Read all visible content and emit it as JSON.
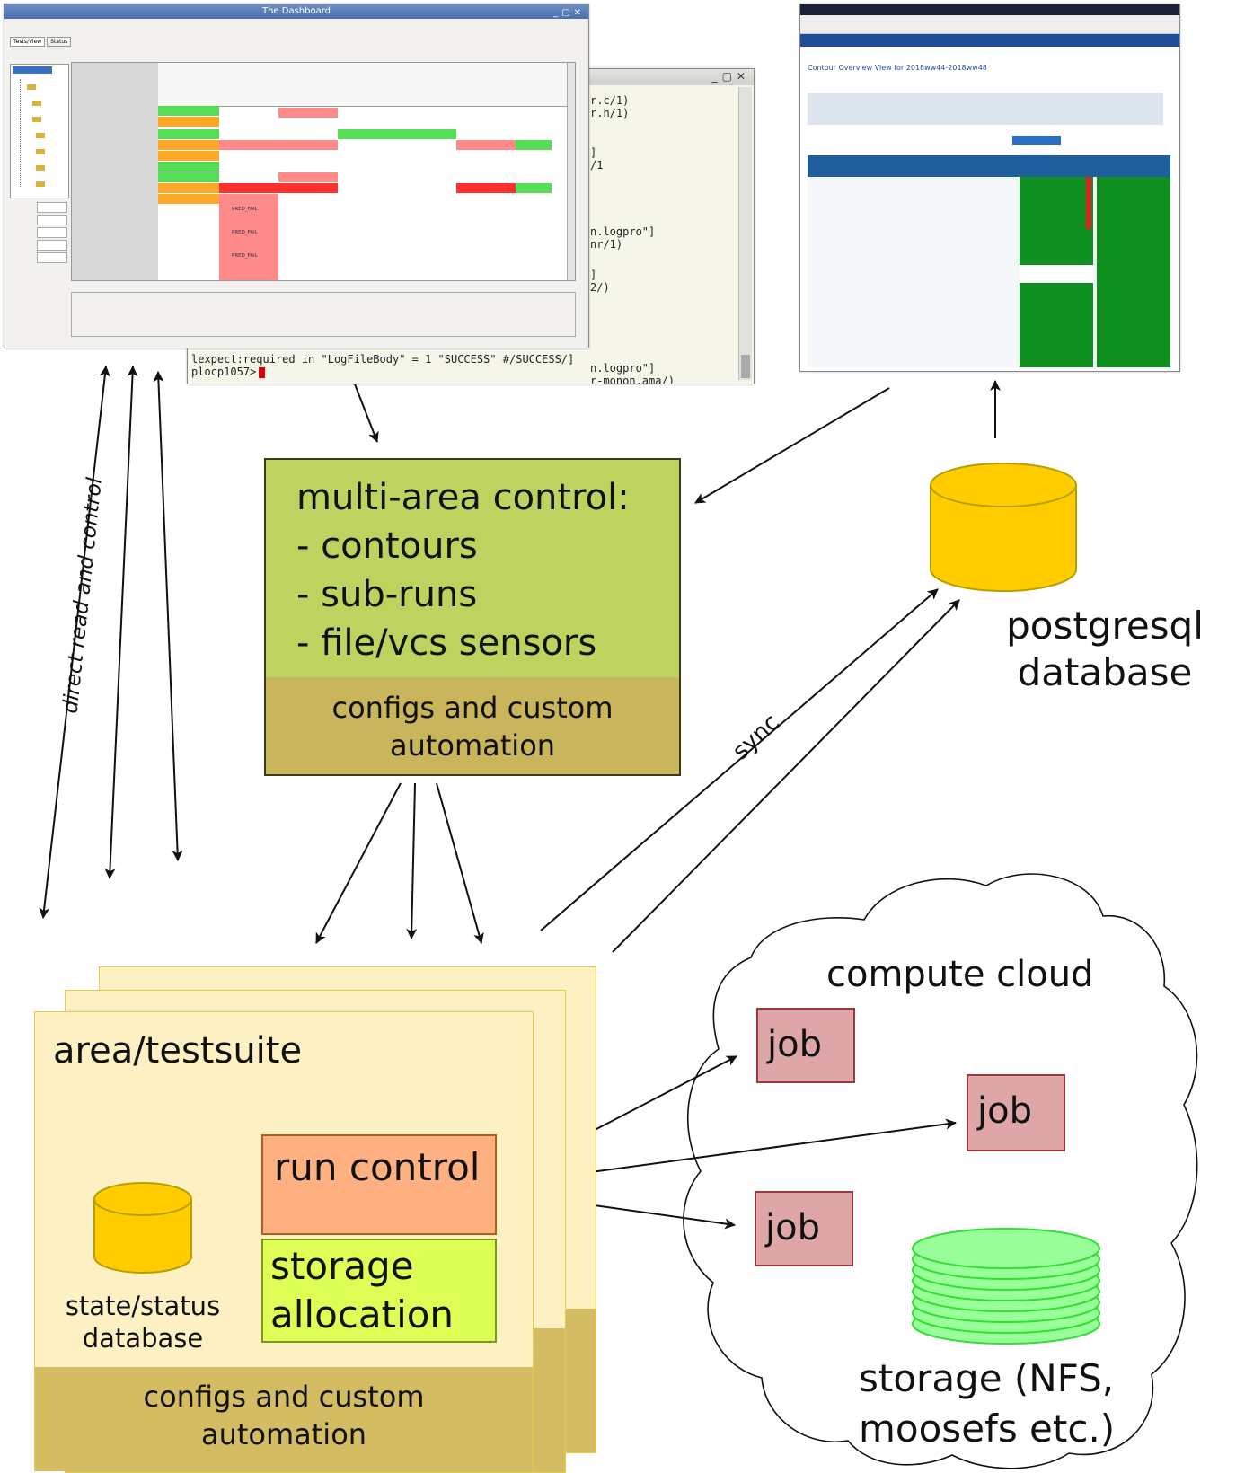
{
  "dashboard_window": {
    "title": "The Dashboard",
    "tabs": [
      "Tests/View",
      "Status"
    ],
    "status_cells": [
      "PASS",
      "WARN",
      "PASS",
      "WARN",
      "WARN",
      "PASS",
      "PASS",
      "WARN",
      "WARN"
    ],
    "fail_label": "PRED_FAIL"
  },
  "terminal_window": {
    "lines": [
      "n.logpro\"]",
      "n.logpro\"]",
      "lexpect:required in \"LogFileBody\"  = 1 \"SUCCESS\" #/SUCCESS/]",
      "plocp1057>"
    ]
  },
  "browser_window": {
    "page_title": "Contour Overview View for 2018ww44-2018ww48"
  },
  "multi_area": {
    "title": "multi-area control:",
    "items": [
      "- contours",
      "- sub-runs",
      "- file/vcs sensors"
    ],
    "footer_line1": "configs and custom",
    "footer_line2": "automation"
  },
  "postgres": {
    "line1": "postgresql",
    "line2": "database"
  },
  "direct_label": "direct read and control",
  "sync_label": "sync",
  "area": {
    "title": "area/testsuite",
    "db_line1": "state/status",
    "db_line2": "database",
    "run_control": "run control",
    "storage_line1": "storage",
    "storage_line2": "allocation",
    "footer_line1": "configs and custom",
    "footer_line2": "automation"
  },
  "cloud": {
    "title": "compute cloud",
    "job_label": "job",
    "storage_line1": "storage (NFS,",
    "storage_line2": "moosefs etc.)"
  },
  "colors": {
    "multi_area_fill": "#bcd35f",
    "footer_fill": "#c8b55c",
    "area_fill": "#fdf1c4",
    "area_footer": "#d4bc63",
    "run_control_fill": "#ffb080",
    "storage_alloc_fill": "#ddff55",
    "db_fill": "#ffcc00",
    "job_fill": "#dea6a6",
    "disk_fill": "#99ff99"
  }
}
